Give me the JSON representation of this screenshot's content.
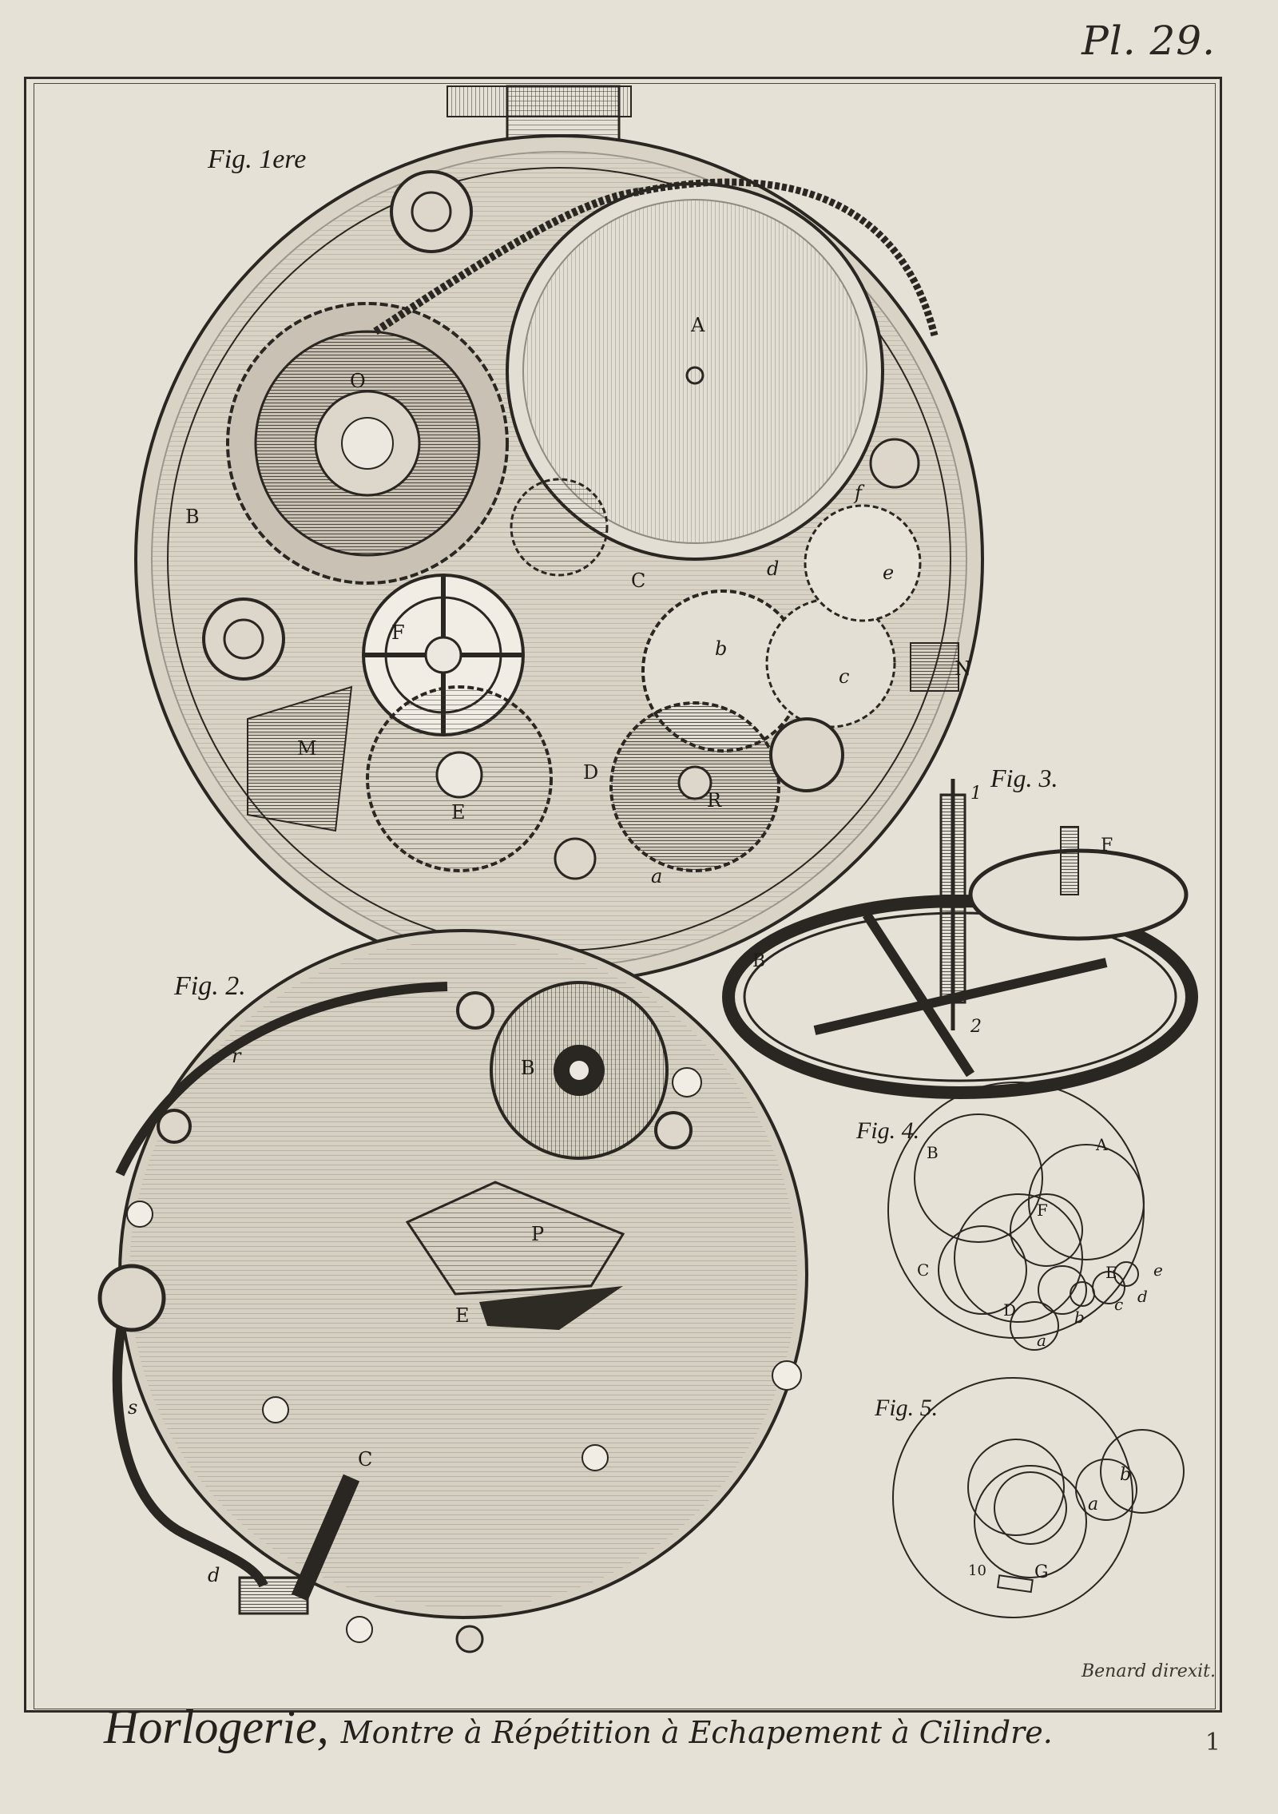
{
  "plate": {
    "number": "Pl. 29.",
    "title_main": "Horlogerie,",
    "title_sub": "Montre à Répétition à Echapement à Cilindre.",
    "engraver": "Benard direxit.",
    "page": "1"
  },
  "figures": {
    "fig1": {
      "caption": "Fig. 1ere",
      "labels": [
        "A",
        "O",
        "B",
        "C",
        "F",
        "M",
        "E",
        "D",
        "R",
        "N",
        "a",
        "b",
        "c",
        "d",
        "e",
        "f"
      ]
    },
    "fig2": {
      "caption": "Fig. 2.",
      "labels": [
        "B",
        "P",
        "E",
        "C",
        "d",
        "s",
        "r"
      ]
    },
    "fig3": {
      "caption": "Fig. 3.",
      "labels": [
        "1",
        "F",
        "B",
        "2"
      ]
    },
    "fig4": {
      "caption": "Fig. 4.",
      "labels": [
        "A",
        "B",
        "F",
        "C",
        "E",
        "D",
        "a",
        "b",
        "c",
        "d",
        "e"
      ]
    },
    "fig5": {
      "caption": "Fig. 5.",
      "labels": [
        "a",
        "b",
        "10",
        "G"
      ]
    }
  },
  "colors": {
    "paper": "#e6e1d6",
    "ink": "#24211c"
  }
}
